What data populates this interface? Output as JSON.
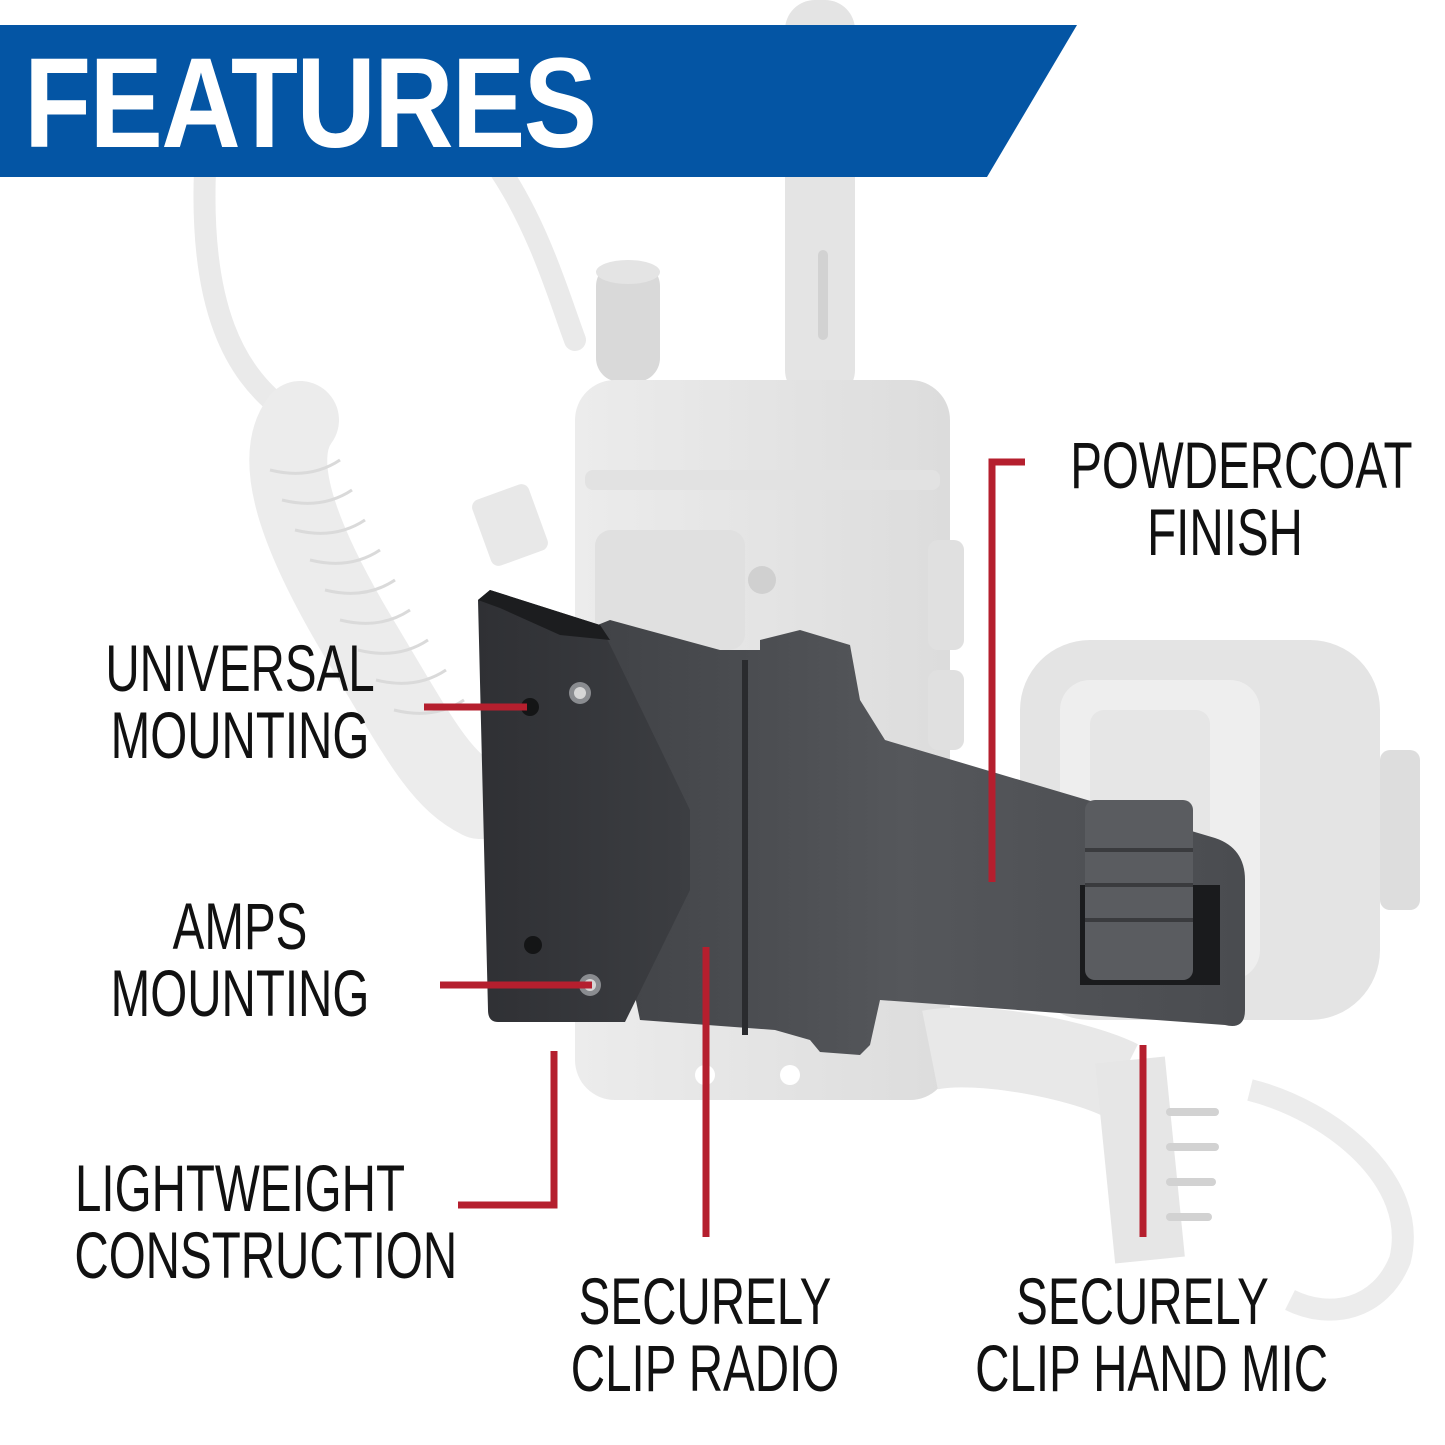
{
  "banner": {
    "title": "FEATURES",
    "background_color": "#0455A4",
    "text_color": "#FFFFFF"
  },
  "callout_color": "#B51F2E",
  "features": [
    {
      "id": "powdercoat",
      "line1": "POWDERCOAT",
      "line2": "FINISH"
    },
    {
      "id": "universal",
      "line1": "UNIVERSAL",
      "line2": "MOUNTING"
    },
    {
      "id": "amps",
      "line1": "AMPS",
      "line2": "MOUNTING"
    },
    {
      "id": "lightweight",
      "line1": "LIGHTWEIGHT",
      "line2": "CONSTRUCTION"
    },
    {
      "id": "clip-radio",
      "line1": "SECURELY",
      "line2": "CLIP RADIO"
    },
    {
      "id": "clip-mic",
      "line1": "SECURELY",
      "line2": "CLIP HAND MIC"
    }
  ],
  "product": {
    "bracket_color": "#4A4C50",
    "ghost_color": "#E6E6E6"
  }
}
